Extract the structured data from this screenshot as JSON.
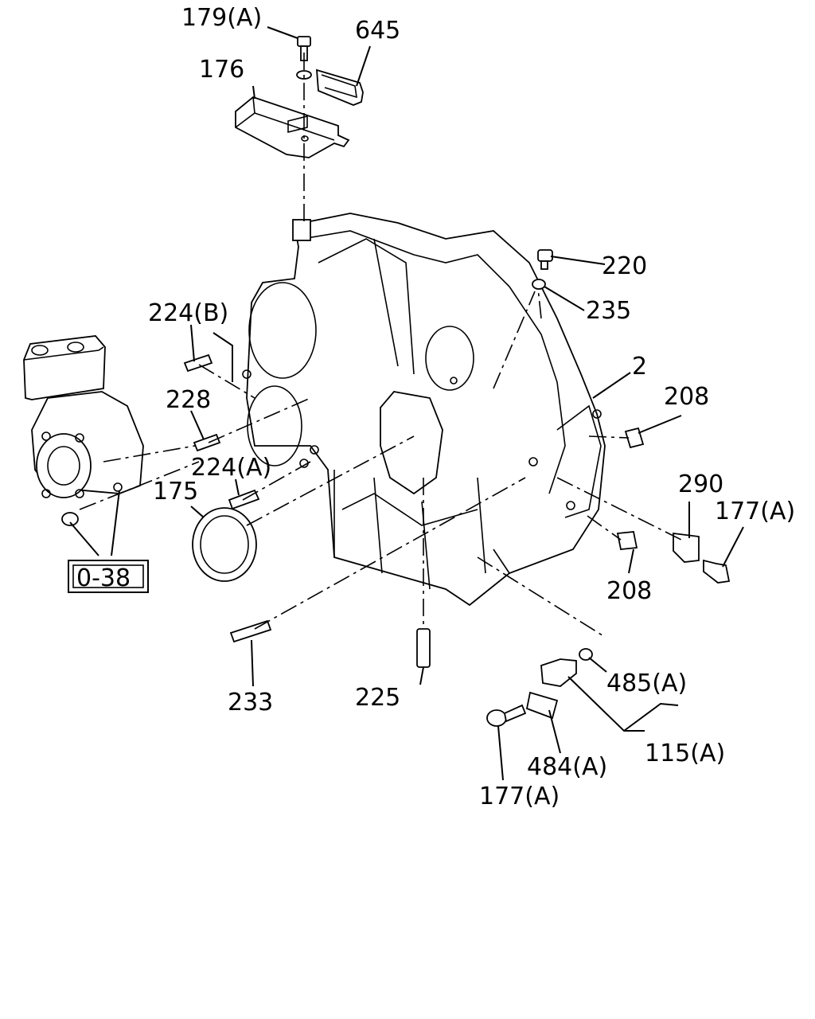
{
  "labels": {
    "l179a": "179(A)",
    "l645": "645",
    "l176": "176",
    "l220": "220",
    "l235": "235",
    "l224b": "224(B)",
    "l2": "2",
    "l228": "228",
    "l208a": "208",
    "l224a": "224(A)",
    "l290": "290",
    "l175": "175",
    "l177a_r": "177(A)",
    "l208b": "208",
    "l233": "233",
    "l225": "225",
    "l485a": "485(A)",
    "l115a": "115(A)",
    "l484a": "484(A)",
    "l177a_b": "177(A)"
  },
  "reference": {
    "box": "0-38"
  },
  "colors": {
    "ink": "#000000",
    "paper": "#ffffff"
  }
}
